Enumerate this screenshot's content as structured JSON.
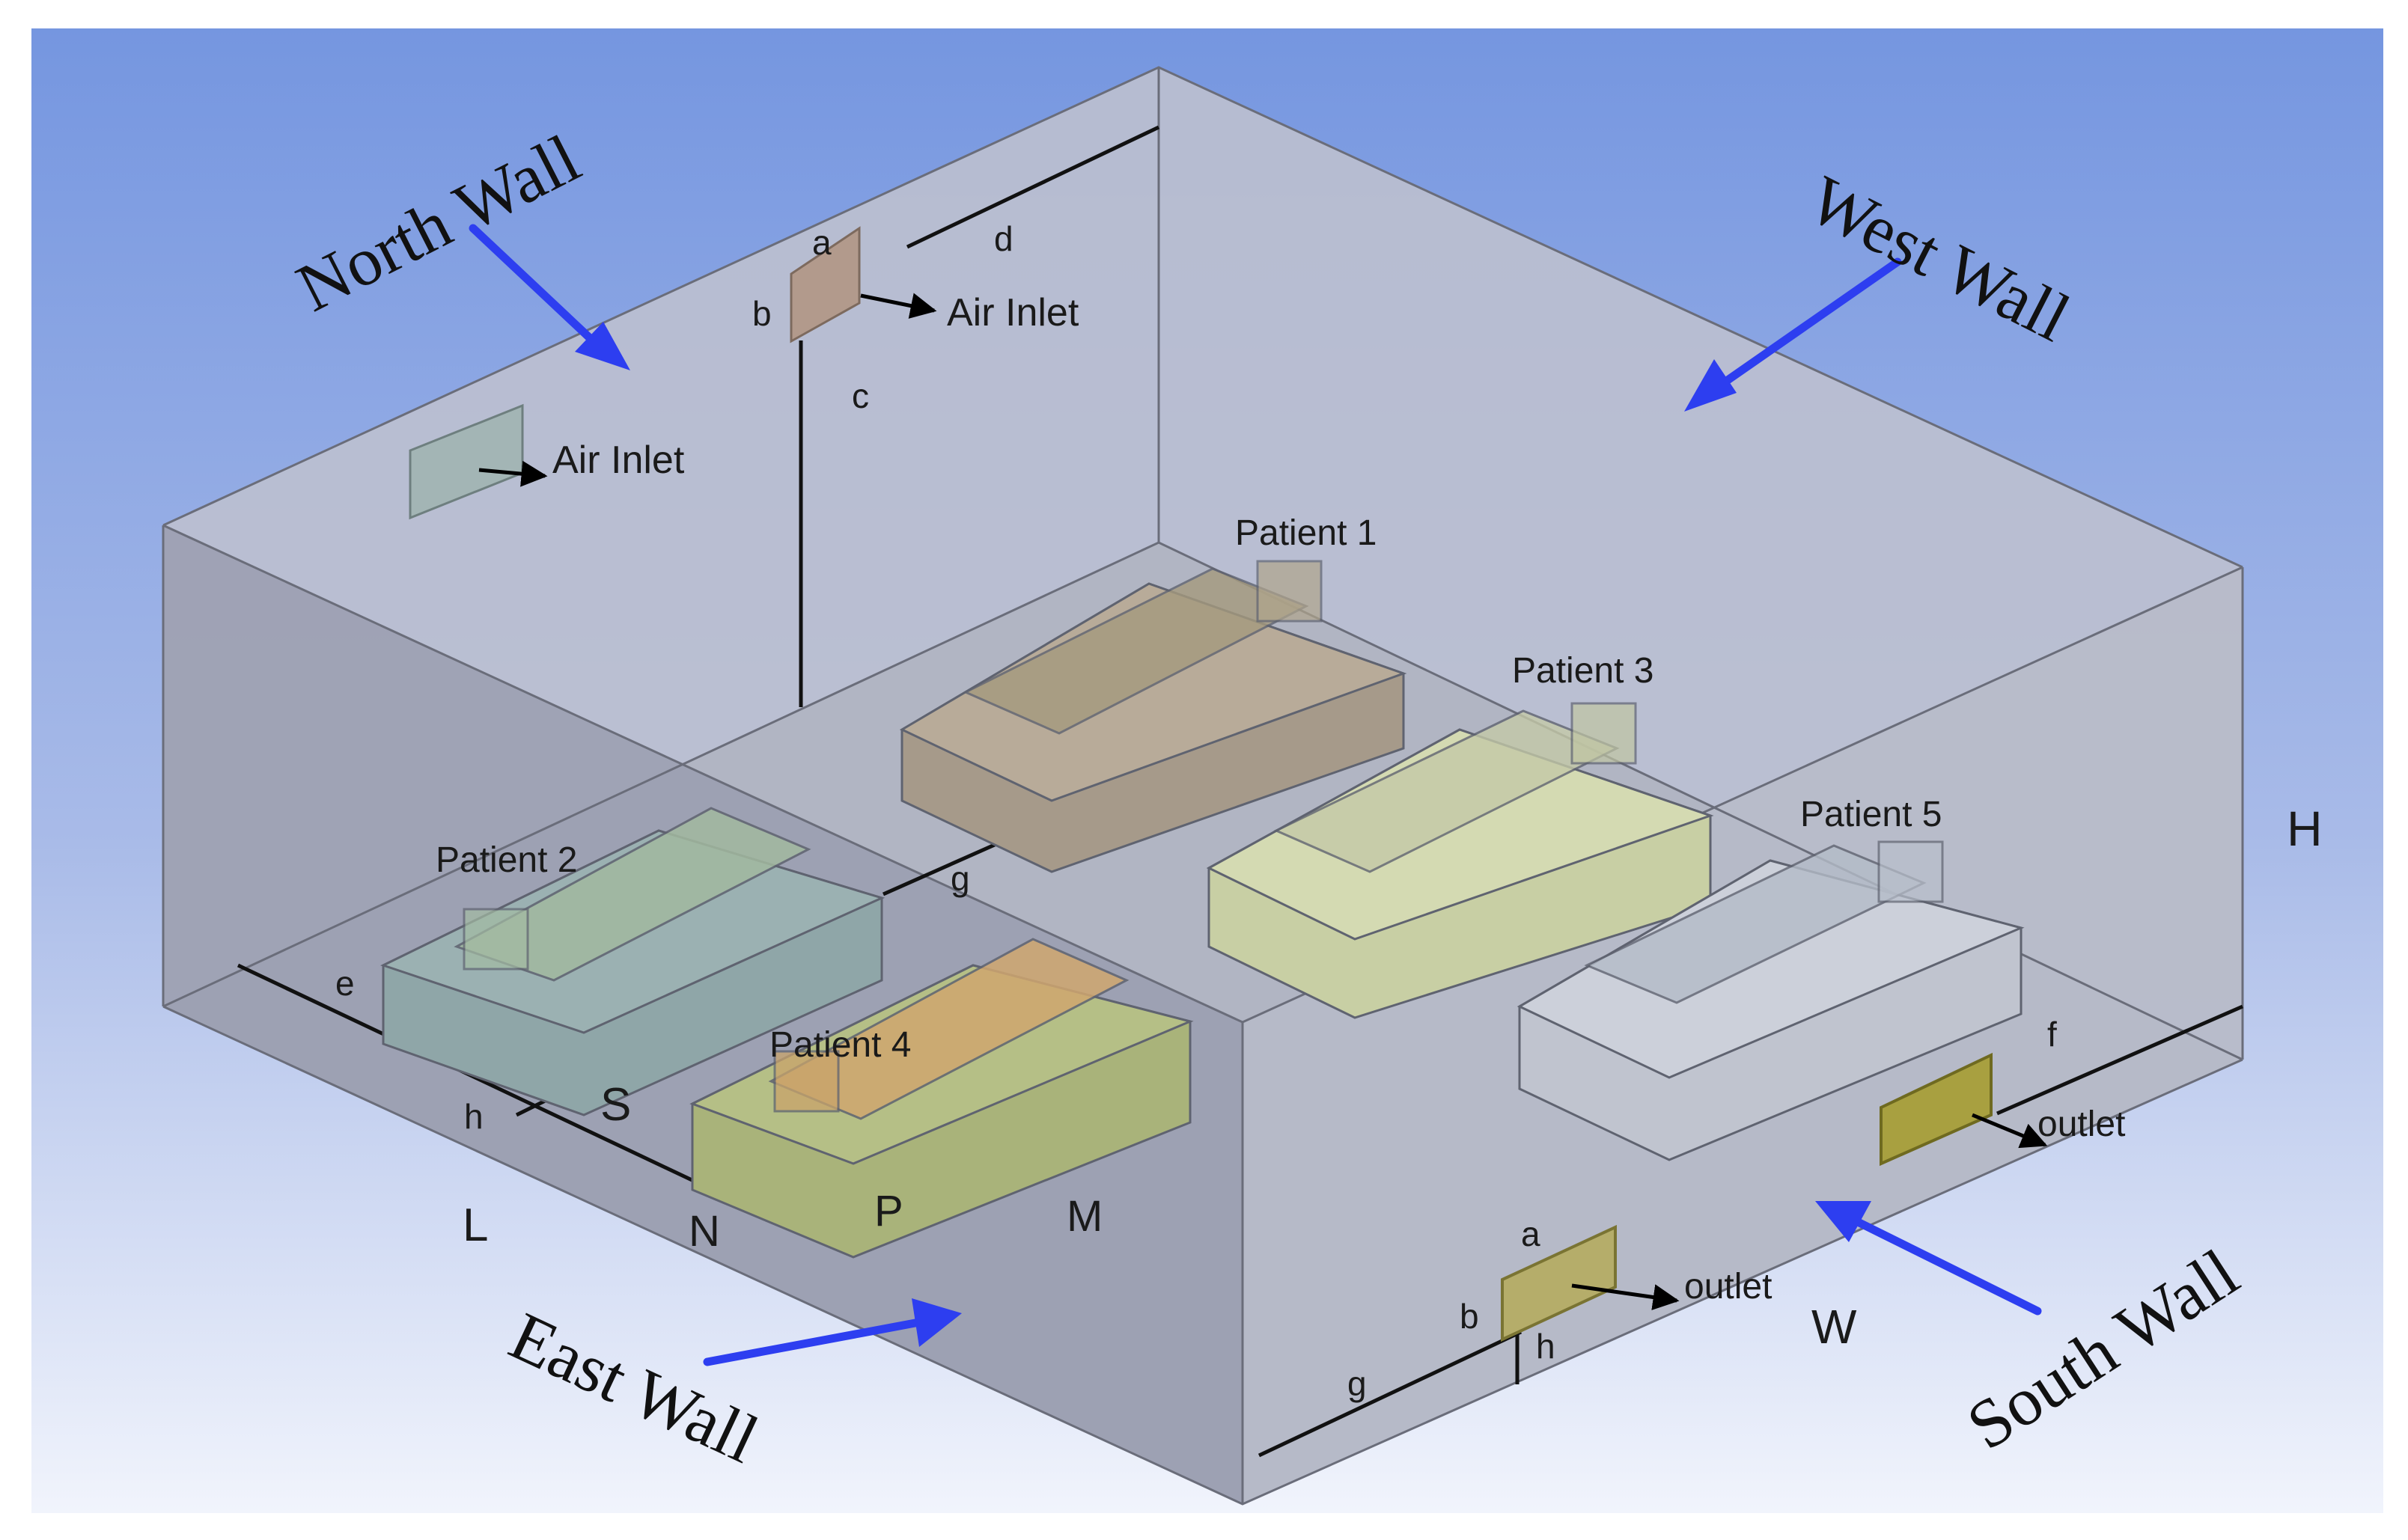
{
  "walls": {
    "north": "North Wall",
    "west": "West Wall",
    "east": "East Wall",
    "south": "South Wall"
  },
  "openings": {
    "inlet": "Air Inlet",
    "outlet": "outlet"
  },
  "patients": [
    "Patient 1",
    "Patient 2",
    "Patient 3",
    "Patient 4",
    "Patient 5"
  ],
  "dimension_letters": {
    "a": "a",
    "b": "b",
    "c": "c",
    "d": "d",
    "e": "e",
    "f": "f",
    "g": "g",
    "h": "h",
    "H": "H",
    "L": "L",
    "M": "M",
    "N": "N",
    "P": "P",
    "S": "S",
    "W": "W"
  },
  "colors": {
    "background_top": "#7a9be0",
    "background_bottom": "#f1f4fc",
    "wall_fill": "#b9bdcc",
    "east_wall_fill": "#9a9db0",
    "arrow": "#2d3ef0",
    "patient_1": "#a69a8a",
    "patient_2": "#8fa6a8",
    "patient_3": "#c8cfa4",
    "patient_4": "#a9b37a",
    "patient_5": "#c0c4cf",
    "inlet": "#b29a8c",
    "outlet": "#a8a040"
  }
}
